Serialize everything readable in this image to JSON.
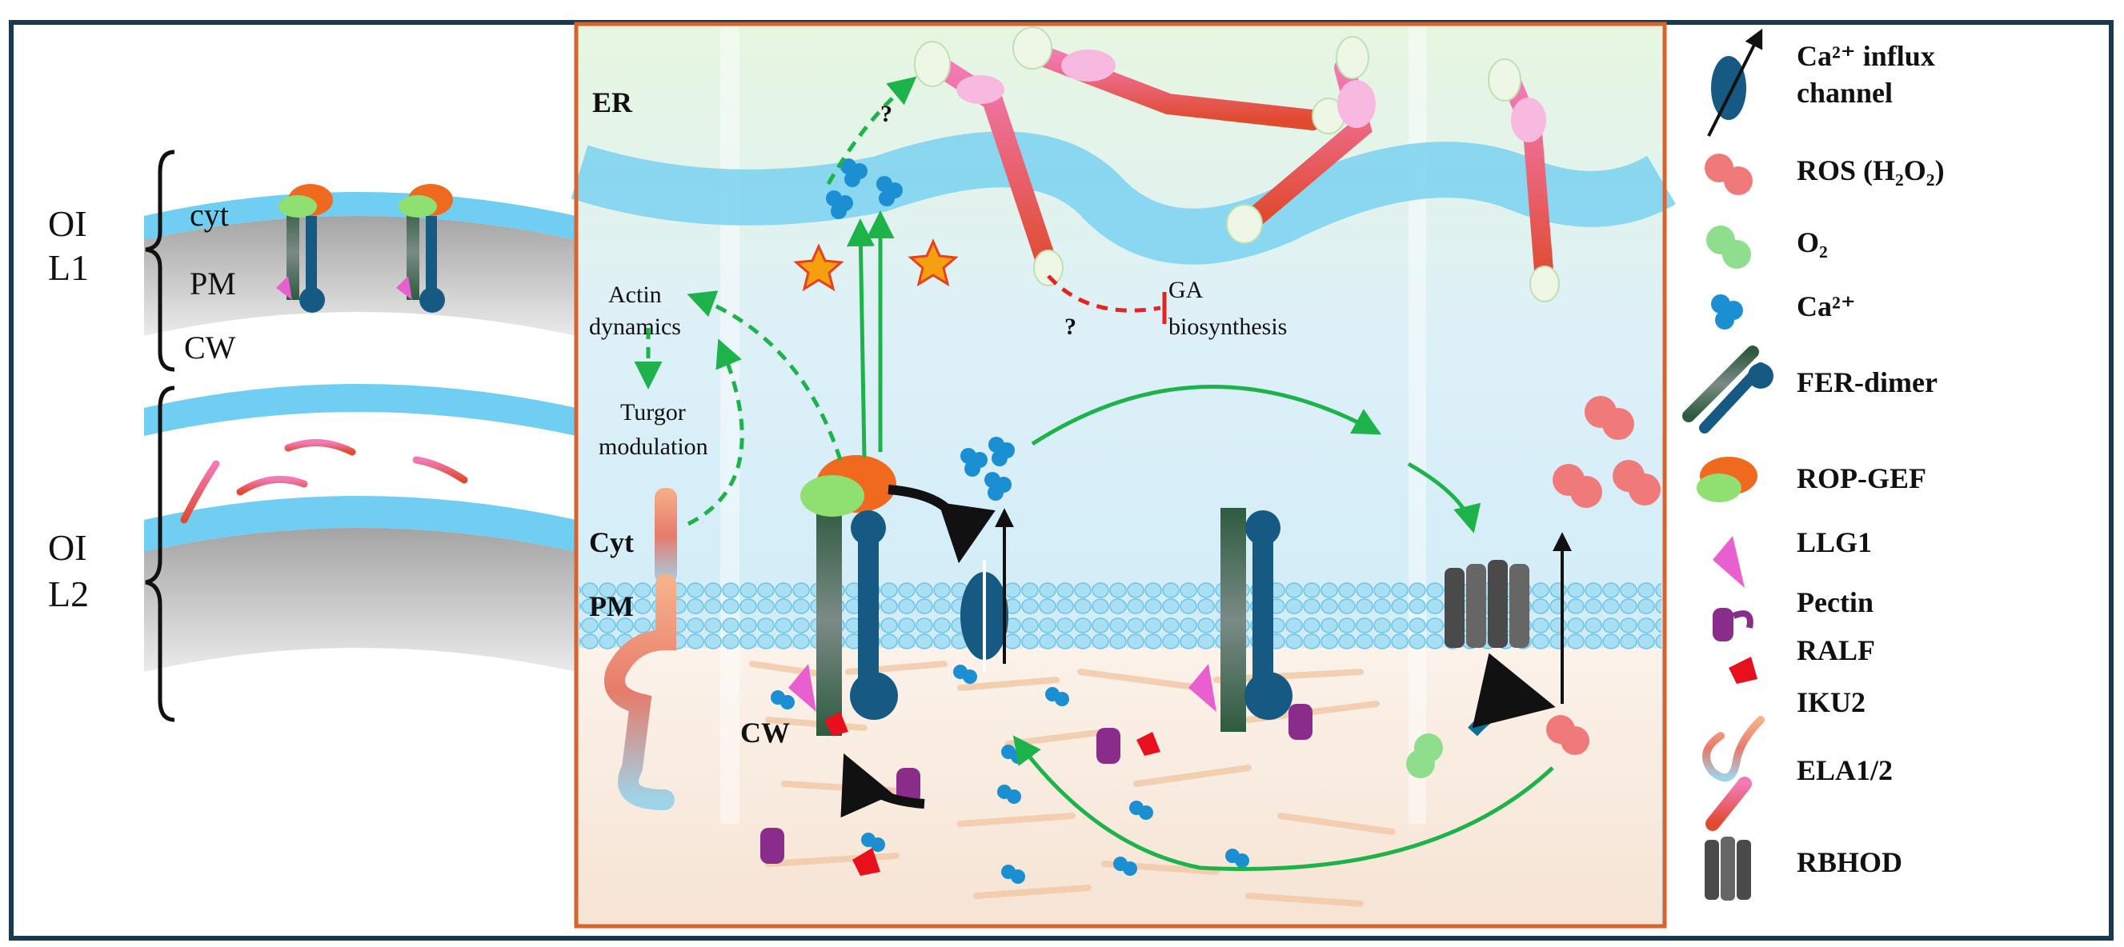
{
  "left_panel": {
    "layer1": "OI\nL1",
    "layer1_lines": [
      "OI",
      "L1"
    ],
    "layer2_lines": [
      "OI",
      "L2"
    ],
    "cyt": "cyt",
    "pm": "PM",
    "cw": "CW"
  },
  "center_panel": {
    "er": "ER",
    "actin": [
      "Actin",
      "dynamics"
    ],
    "turgor": [
      "Turgor",
      "modulation"
    ],
    "cyt": "Cyt",
    "pm": "PM",
    "cw": "CW",
    "ga": [
      "GA",
      "biosynthesis"
    ],
    "question_mark": "?"
  },
  "legend": {
    "items": [
      {
        "label_lines": [
          "Ca²⁺ influx",
          "channel"
        ],
        "icon": "ca-channel-icon"
      },
      {
        "label_lines": [
          "ROS (H₂O₂)"
        ],
        "icon": "ros-icon",
        "color": "#f07a7a"
      },
      {
        "label_lines": [
          "O₂"
        ],
        "icon": "o2-icon",
        "color": "#8ede8e"
      },
      {
        "label_lines": [
          "Ca²⁺"
        ],
        "icon": "calcium-icon",
        "color": "#1b8fd1"
      },
      {
        "label_lines": [
          "FER-dimer"
        ],
        "icon": "fer-dimer-icon"
      },
      {
        "label_lines": [
          "ROP-GEF"
        ],
        "icon": "rop-gef-icon"
      },
      {
        "label_lines": [
          "LLG1"
        ],
        "icon": "llg1-icon",
        "color": "#e85fd0"
      },
      {
        "label_lines": [
          "Pectin"
        ],
        "icon": "pectin-icon",
        "color": "#8a2d8a"
      },
      {
        "label_lines": [
          "RALF"
        ],
        "icon": "ralf-icon",
        "color": "#e8101c"
      },
      {
        "label_lines": [
          "IKU2"
        ],
        "icon": "iku2-icon"
      },
      {
        "label_lines": [
          "ELA1/2"
        ],
        "icon": "ela-icon"
      },
      {
        "label_lines": [
          "RBHOD"
        ],
        "icon": "rbhod-icon"
      }
    ]
  },
  "colors": {
    "frame": "#173a4f",
    "center_border": "#d9632a",
    "arrow_green": "#1db34a",
    "inhibit_red": "#e32424",
    "membrane": "#7fd4ef",
    "calcium": "#1b8fd1"
  }
}
